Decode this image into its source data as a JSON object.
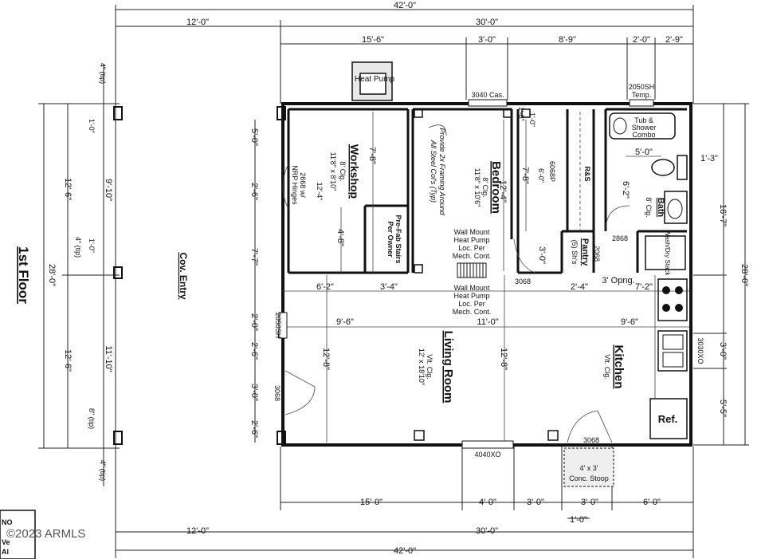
{
  "title": "1st Floor",
  "watermark": "©2023 ARMLS",
  "corner_fragments": [
    "NO",
    "Ve",
    "Al"
  ],
  "dims": {
    "overall": "42'-0\"",
    "left_section": "12'-0\"",
    "right_section": "30'-0\"",
    "top_a": "15'-6\"",
    "top_b": "3'-0\"",
    "top_c": "8'-9\"",
    "top_d": "2'-0\"",
    "top_e": "2'-9\"",
    "bot_a": "15'-0\"",
    "bot_b": "4'-0\"",
    "bot_c": "3'-0\"",
    "bot_d": "3'-0\"",
    "bot_e": "6'-0\"",
    "bot_f": "1'-0\"",
    "depth": "28'-0\"",
    "depth_right_a": "16'-7\"",
    "right_win": "3'-0\"",
    "right_gap": "5'-5\"",
    "left_a": "12'-6\"",
    "left_b": "12'-6\"",
    "left_c": "9'-10\"",
    "left_d": "11'-10\"",
    "left_tip1": "4\" (tip)",
    "left_tip2": "4\" (tip)",
    "left_tip3": "8\" (tip)",
    "left_tip4": "4\" (tip)",
    "left_one1": "1'-0\"",
    "left_one2": "1'-0\"",
    "inner_a": "5'-0\"",
    "inner_b": "2'-6\"",
    "inner_c": "7'-7\"",
    "inner_d": "2'-0\"",
    "inner_e": "2'-6\"",
    "inner_f": "3'-0\"",
    "inner_g": "2'-6\"",
    "w_a": "6'-2\"",
    "w_b": "3'-4\"",
    "w_c": "2'-4\"",
    "w_d": "7'-2\"",
    "lr_a": "9'-6\"",
    "lr_b": "11'-0\"",
    "lr_c": "9'-6\"",
    "h_a": "12'-8\"",
    "h_b": "12'-8\"",
    "ws_v": "7'-8\"",
    "ws_v2": "4'-8\"",
    "bd_v": "12'-4\"",
    "bd_v2": "7'-8\"",
    "bath_a": "5'-0\"",
    "bath_b": "6'-2\"",
    "bath_c": "1'-3\"",
    "pantry_h": "3'-0\"",
    "small_a": "1'-8\"",
    "small_b": "1'-0\"",
    "small_c": "6'-0\""
  },
  "labels": {
    "heat_pump": "Heat Pump",
    "workshop": "Workshop",
    "workshop_sub": [
      "8' Clg.",
      "11'8\" x 8'10\"",
      "12'-4\"",
      "2668 w/",
      "NRP Hinges"
    ],
    "bedroom": "Bedroom",
    "bedroom_sub": [
      "8' Clg.",
      "11'8\" x 10'6\""
    ],
    "framing_note": [
      "Provide 2x Framing Around",
      "All Steel Col's (Typ)"
    ],
    "stairs_note": [
      "Pre-Fab Stairs",
      "Per Owner"
    ],
    "heat_pump_note": [
      "Wall Mount",
      "Heat Pump",
      "Loc. Per",
      "Mech. Cont."
    ],
    "covered_entry": "Cov. Entry",
    "living_room": "Living Room",
    "living_sub": [
      "Vlt. Clg.",
      "12' x 18'10\""
    ],
    "kitchen": "Kitchen",
    "kitchen_sub": "Vlt. Clg.",
    "bath": "Bath",
    "bath_sub": "8' Clg.",
    "tub": [
      "Tub &",
      "Shower",
      "Combo"
    ],
    "pantry": "Pantry",
    "pantry_sub": "(5) Sh's",
    "rs": "R&S",
    "washer": "Wash/Dry Stack",
    "ref": "Ref.",
    "stoop": [
      "4' x 3'",
      "Conc. Stoop"
    ],
    "opening": "3' Opng."
  },
  "codes": {
    "win_top": "3040 Cas.",
    "win_bath": "2050SH",
    "win_bath_sub": "Temp.",
    "win_left": "2050SH",
    "win_bottom": "4040XO",
    "win_kitchen": "3030XO",
    "door_front": "3068",
    "door_bed": "3068",
    "door_kitchen": "3068",
    "door_bath": "2868",
    "door_pantry": "2068",
    "closet": "6068P"
  }
}
